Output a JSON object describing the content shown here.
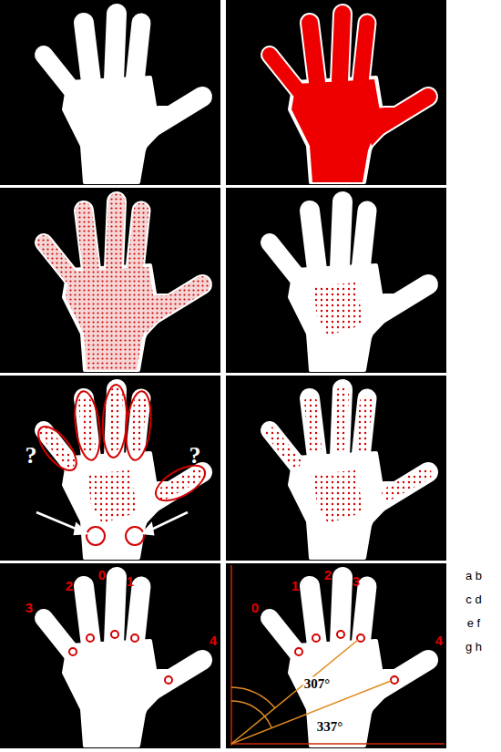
{
  "diagram": {
    "labels": [
      "?",
      "?",
      "3",
      "2",
      "0",
      "1",
      "4",
      "0",
      "1",
      "2",
      "3",
      "4",
      "307°",
      "337°",
      "a b",
      "c d",
      "e f",
      "g h"
    ]
  }
}
